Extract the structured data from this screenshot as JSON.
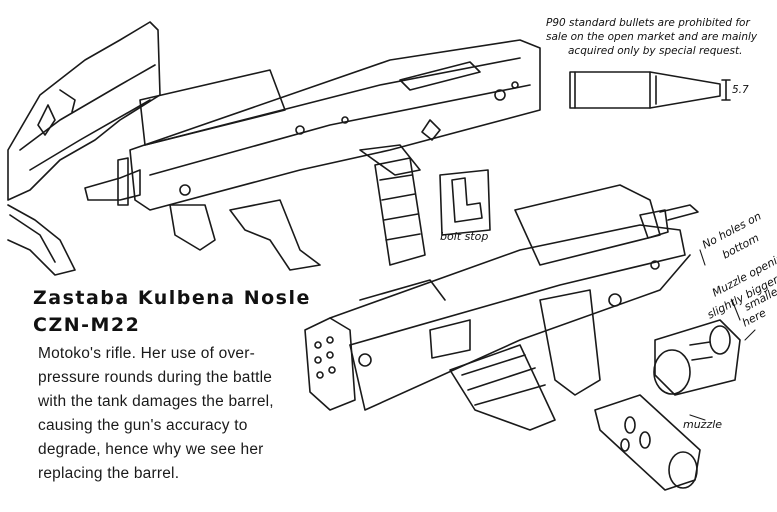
{
  "heading": {
    "line1": "Zastaba Kulbena Nosle",
    "line2": "CZN-M22"
  },
  "description": {
    "lines": [
      "Motoko's rifle. Her use of over-",
      "pressure rounds during the battle",
      "with the tank damages the barrel,",
      "causing the gun's accuracy to",
      "degrade, hence why we see her",
      "replacing the barrel."
    ]
  },
  "bullet_note": {
    "lines": [
      "P90 standard bullets are prohibited for",
      "sale on the open market and are mainly",
      "acquired only by special request."
    ],
    "caliber": "5.7"
  },
  "labels": {
    "bolt_stop": "bolt stop",
    "muzzle": "muzzle",
    "muzzle_notes": [
      "No holes on",
      "bottom",
      "Muzzle opening",
      "slightly bigger here",
      "smaller",
      "here"
    ]
  }
}
